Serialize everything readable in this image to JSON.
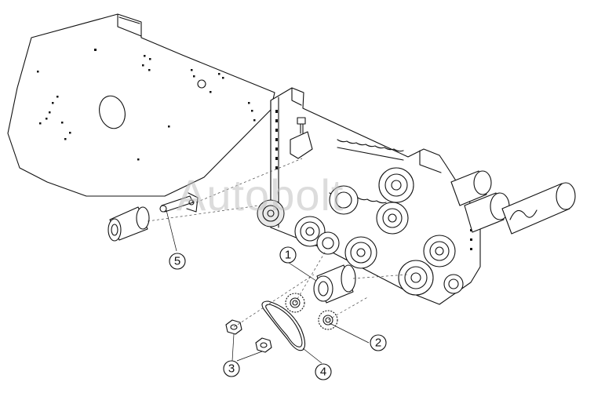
{
  "watermark": "Autobolt",
  "callouts": [
    {
      "id": "1",
      "label": "1"
    },
    {
      "id": "2",
      "label": "2"
    },
    {
      "id": "3",
      "label": "3"
    },
    {
      "id": "4",
      "label": "4"
    },
    {
      "id": "5",
      "label": "5"
    }
  ]
}
